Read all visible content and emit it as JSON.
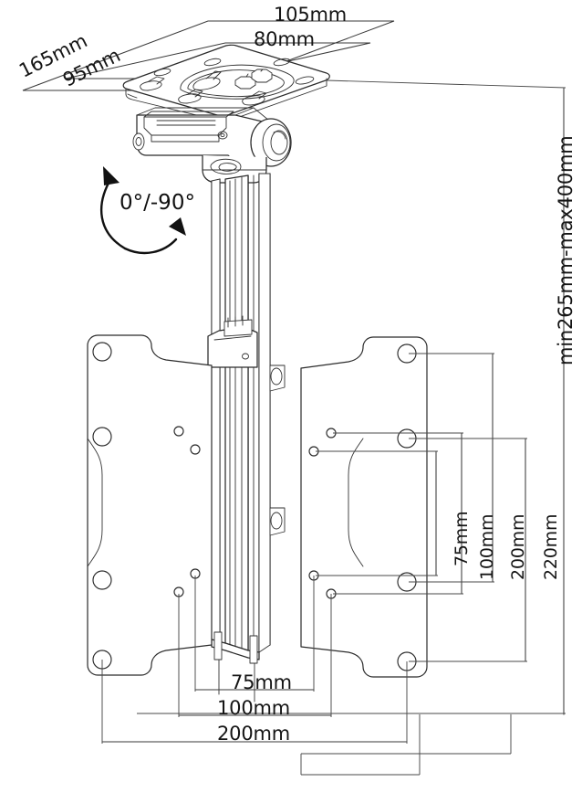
{
  "diagram": {
    "title": "Ceiling TV mount technical drawing",
    "line_color": "#2b2b2b",
    "dim_color": "#3a3a3a",
    "background": "#ffffff"
  },
  "dimensions": {
    "ceiling_plate_width": "105mm",
    "ceiling_plate_inner_width": "80mm",
    "ceiling_plate_depth": "165mm",
    "ceiling_plate_inner_depth": "95mm",
    "drop_range": "min265mm-max400mm",
    "vesa_v_75": "75mm",
    "vesa_v_100": "100mm",
    "vesa_v_200": "200mm",
    "vesa_v_220": "220mm",
    "vesa_h_75": "75mm",
    "vesa_h_100": "100mm",
    "vesa_h_200": "200mm"
  },
  "annotations": {
    "tilt_range": "0°/-90°"
  }
}
